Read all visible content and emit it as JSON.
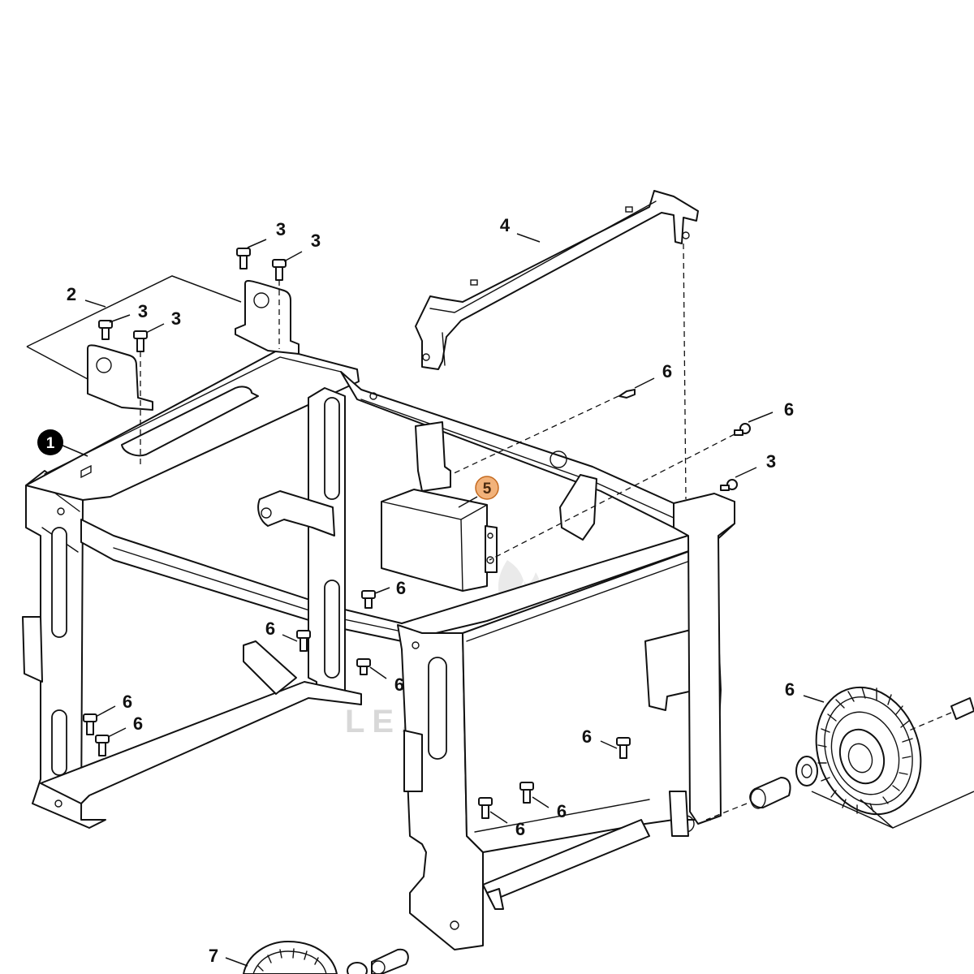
{
  "callouts": [
    {
      "label": "1"
    },
    {
      "label": "2"
    },
    {
      "label": "3"
    },
    {
      "label": "3"
    },
    {
      "label": "3"
    },
    {
      "label": "3"
    },
    {
      "label": "4"
    },
    {
      "label": "5"
    },
    {
      "label": "6"
    },
    {
      "label": "6"
    },
    {
      "label": "3"
    },
    {
      "label": "6"
    },
    {
      "label": "6"
    },
    {
      "label": "6"
    },
    {
      "label": "6"
    },
    {
      "label": "6"
    },
    {
      "label": "6"
    },
    {
      "label": "6"
    },
    {
      "label": "6"
    },
    {
      "label": "6"
    },
    {
      "label": "7"
    },
    {
      "label": "7"
    }
  ],
  "watermark": {
    "text": "LEADVENTURE"
  },
  "colors": {
    "line": "#111111",
    "highlight_fill": "#f2b27a",
    "highlight_stroke": "#c46a20",
    "badge_fill": "#000000",
    "watermark": "#d8d8d8"
  }
}
